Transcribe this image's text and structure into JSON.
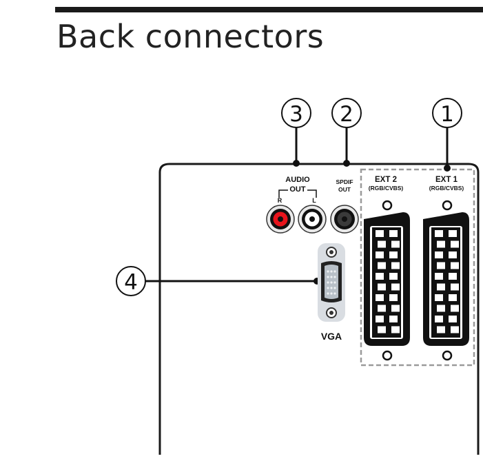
{
  "page": {
    "title": "Back connectors"
  },
  "callouts": [
    "1",
    "2",
    "3",
    "4"
  ],
  "connectors": {
    "audio_out": {
      "label_line1": "AUDIO",
      "label_line2": "OUT",
      "right": "R",
      "left": "L"
    },
    "spdif_out": {
      "label_line1": "SPDIF",
      "label_line2": "OUT"
    },
    "ext2": {
      "label": "EXT 2",
      "sub": "(RGB/CVBS)"
    },
    "ext1": {
      "label": "EXT 1",
      "sub": "(RGB/CVBS)"
    },
    "vga": {
      "label": "VGA"
    }
  },
  "colors": {
    "audio_right": "#e8141c",
    "audio_left": "#ffffff",
    "spdif": "#222222",
    "panel_stroke": "#1a1a1a",
    "dashed_box": "#9a9a9a"
  }
}
